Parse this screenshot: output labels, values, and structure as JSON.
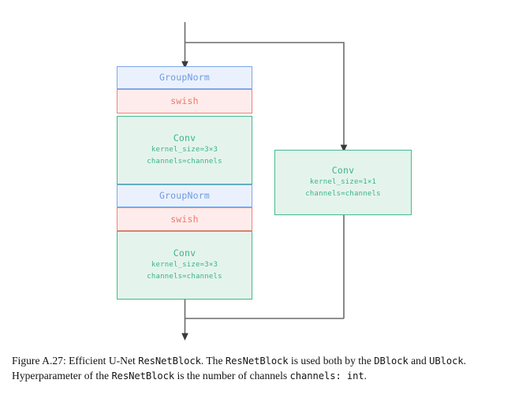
{
  "figure": {
    "caption_parts": {
      "lead": "Figure A.27: Efficient U-Net ",
      "code1": "ResNetBlock",
      "mid1": ". The ",
      "code2": "ResNetBlock",
      "mid2": " is used both by the ",
      "code3": "DBlock",
      "mid3": " and ",
      "code4": "UBlock",
      "mid4": ". Hyperparameter of the ",
      "code5": "ResNetBlock",
      "mid5": " is the number of channels ",
      "code6": "channels: int",
      "tail": "."
    },
    "caption_full": "Figure A.27: Efficient U-Net ResNetBlock. The ResNetBlock is used both by the DBlock and UBlock. Hyperparameter of the ResNetBlock is the number of channels channels: int."
  },
  "diagram": {
    "nodes": {
      "groupnorm_1": {
        "title": "GroupNorm"
      },
      "swish_1": {
        "title": "swish"
      },
      "conv_1": {
        "title": "Conv",
        "param_kernel": "kernel_size=3×3",
        "param_channels": "channels=channels"
      },
      "groupnorm_2": {
        "title": "GroupNorm"
      },
      "swish_2": {
        "title": "swish"
      },
      "conv_2": {
        "title": "Conv",
        "param_kernel": "kernel_size=3×3",
        "param_channels": "channels=channels"
      },
      "conv_skip": {
        "title": "Conv",
        "param_kernel": "kernel_size=1×1",
        "param_channels": "channels=channels"
      }
    },
    "colors": {
      "norm_fill": "#eaf1fd",
      "norm_border": "#7fa6e8",
      "norm_text": "#6f9ae0",
      "act_fill": "#fdeceb",
      "act_border": "#ef8378",
      "act_text": "#f0796c",
      "conv_fill": "#e4f4ec",
      "conv_border": "#45b98d",
      "conv_text": "#3cb389",
      "wire": "#6b6b6b",
      "background": "#ffffff"
    }
  }
}
